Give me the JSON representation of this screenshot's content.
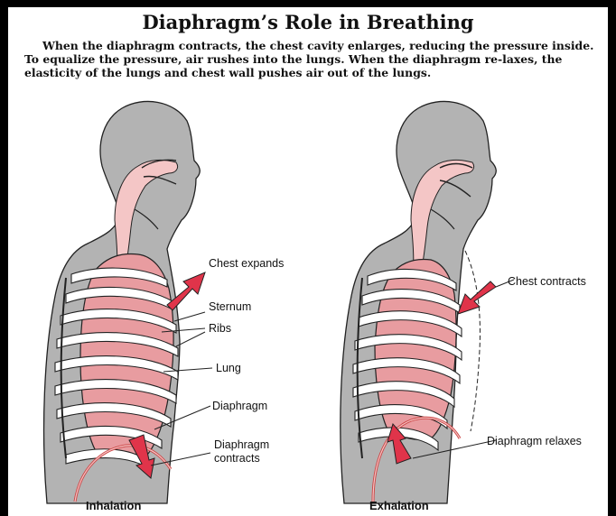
{
  "title": "Diaphragm’s Role in Breathing",
  "description": "When the diaphragm contracts, the chest cavity enlarges, reducing the pressure inside. To equalize the pressure, air rushes into the lungs.  When the diaphragm re-laxes, the elasticity of the lungs and chest wall pushes air out of the lungs.",
  "inhalation": {
    "caption": "Inhalation",
    "chest_expands": "Chest expands",
    "sternum": "Sternum",
    "ribs": "Ribs",
    "lung": "Lung",
    "diaphragm": "Diaphragm",
    "diaphragm_contracts_1": "Diaphragm",
    "diaphragm_contracts_2": "contracts"
  },
  "exhalation": {
    "caption": "Exhalation",
    "chest_contracts": "Chest contracts",
    "diaphragm_relaxes": "Diaphragm relaxes"
  },
  "colors": {
    "body": "#b3b3b3",
    "lung": "#e89ca0",
    "airway": "#f4c6c6",
    "arrow": "#e0344a",
    "rib": "#ffffff"
  }
}
